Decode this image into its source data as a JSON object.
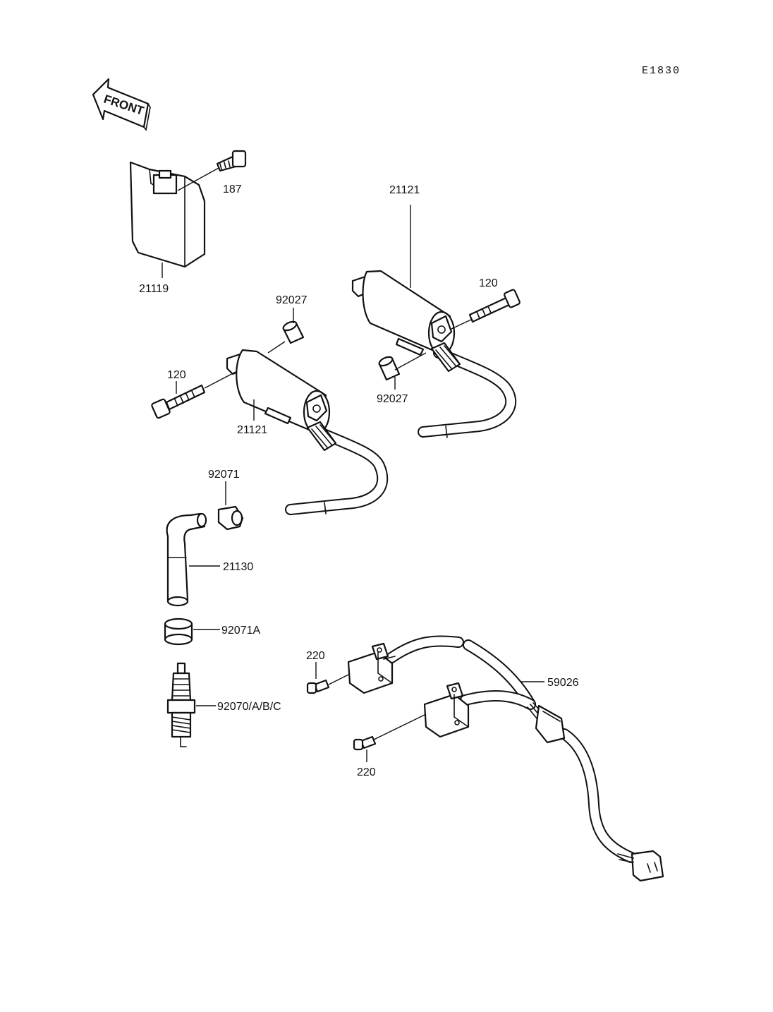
{
  "diagram_code": "E1830",
  "front_arrow_label": "FRONT",
  "callouts": {
    "p187": "187",
    "p21119": "21119",
    "p21121_right": "21121",
    "p120_right": "120",
    "p92027_left": "92027",
    "p120_left": "120",
    "p92027_right": "92027",
    "p21121_left": "21121",
    "p92071": "92071",
    "p21130": "21130",
    "p92071A": "92071A",
    "p92070": "92070/A/B/C",
    "p220_top": "220",
    "p59026": "59026",
    "p220_bottom": "220"
  }
}
